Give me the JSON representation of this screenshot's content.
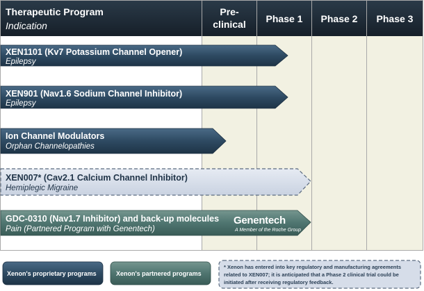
{
  "colors": {
    "header_bg": "#1d2b37",
    "proprietary": "#2e4a62",
    "partnered": "#4f7570",
    "planned": "#d6dde9",
    "grid": "#a9a9a9",
    "phase_area": "#f2f1e2"
  },
  "header": {
    "program_label": "Therapeutic Program",
    "indication_label": "Indication",
    "phases": [
      "Pre-clinical",
      "Phase 1",
      "Phase 2",
      "Phase 3"
    ]
  },
  "phase_headers": {
    "preclinical_line1": "Pre-",
    "preclinical_line2": "clinical",
    "phase1": "Phase 1",
    "phase2": "Phase 2",
    "phase3": "Phase 3"
  },
  "programs": [
    {
      "name": "XEN1101 (Kv7 Potassium Channel Opener)",
      "indication": "Epilepsy",
      "type": "proprietary",
      "reach": "Phase 1"
    },
    {
      "name": "XEN901 (Nav1.6 Sodium Channel Inhibitor)",
      "indication": "Epilepsy",
      "type": "proprietary",
      "reach": "Phase 1"
    },
    {
      "name": "Ion Channel Modulators",
      "indication": "Orphan Channelopathies",
      "type": "proprietary",
      "reach": "Pre-clinical"
    },
    {
      "name": "XEN007* (Cav2.1 Calcium Channel Inhibitor)",
      "indication": "Hemiplegic Migraine",
      "type": "planned",
      "reach": "Phase 1"
    },
    {
      "name": "GDC-0310 (Nav1.7 Inhibitor) and back-up molecules",
      "indication": "Pain (Partnered Program with Genentech)",
      "type": "partnered",
      "reach": "Phase 1"
    }
  ],
  "partner_logo": {
    "name": "Genentech",
    "tagline": "A Member of the Roche Group"
  },
  "legend": {
    "proprietary": "Xenon's proprietary programs",
    "partnered": "Xenon's partnered programs"
  },
  "footnote": {
    "line1": "* Xenon has entered into key regulatory and manufacturing agreements",
    "line2": "related to XEN007; it is anticipated that a Phase 2 clinical trial could be",
    "line3": "initiated after receiving regulatory feedback."
  }
}
